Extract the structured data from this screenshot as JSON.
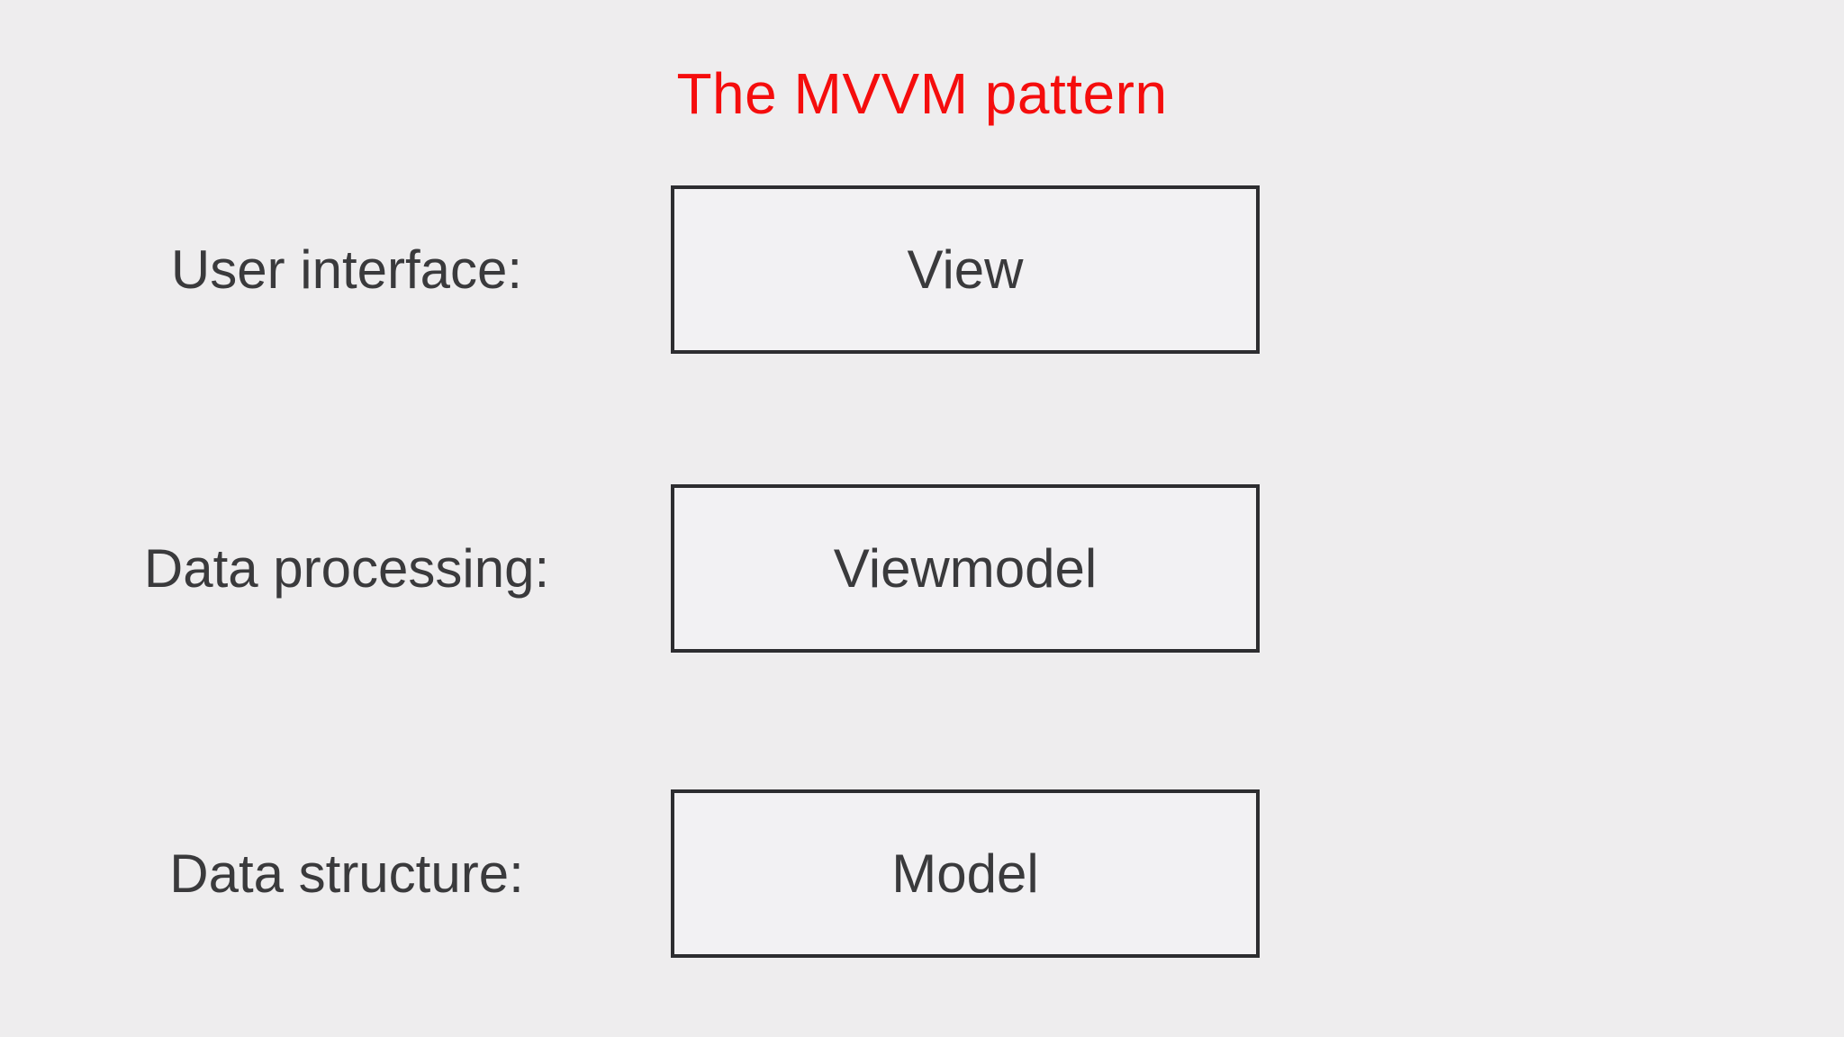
{
  "title": {
    "text": "The MVVM pattern"
  },
  "rows": [
    {
      "label": "User interface:",
      "box_label": "View"
    },
    {
      "label": "Data processing:",
      "box_label": "Viewmodel"
    },
    {
      "label": "Data structure:",
      "box_label": "Model"
    }
  ],
  "colors": {
    "title-red": "#f50d0d",
    "text-dark": "#3a3a3c",
    "box-border": "#2d2d30",
    "box-fill": "#f2f1f3",
    "page-bg": "#eeedee"
  }
}
